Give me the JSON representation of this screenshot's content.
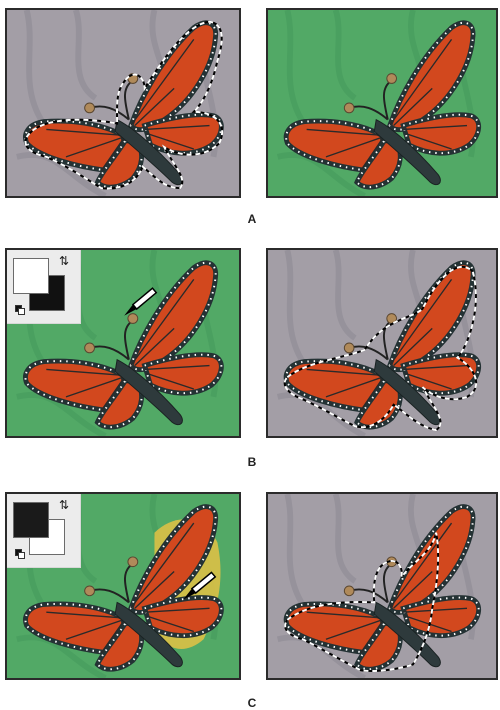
{
  "figure": {
    "labels": {
      "a": "A",
      "b": "B",
      "c": "C"
    }
  },
  "colors": {
    "gray_bg": "#a39ea6",
    "green_bg": "#52a966",
    "wing_orange": "#d2481e",
    "vein": "#2a2a2a",
    "body": "#2e3a3c",
    "selection": "#ffffff",
    "quickmask": "#e4c244",
    "swatch_black": "#111111",
    "swatch_white": "#ffffff"
  },
  "panels": {
    "a_left": {
      "background": "gray",
      "mode": "selection-marquee"
    },
    "a_right": {
      "background": "green",
      "mode": "quick-mask"
    },
    "b_left": {
      "background": "green",
      "mode": "quick-mask-paint",
      "foreground_swatch": "white",
      "background_swatch": "black"
    },
    "b_right": {
      "background": "gray",
      "mode": "selection-marquee"
    },
    "c_left": {
      "background": "green",
      "mode": "quick-mask-erase",
      "foreground_swatch": "black",
      "background_swatch": "white"
    },
    "c_right": {
      "background": "gray",
      "mode": "selection-marquee"
    }
  },
  "icons": [
    "brush-icon",
    "swap-colors-icon",
    "default-colors-icon"
  ]
}
